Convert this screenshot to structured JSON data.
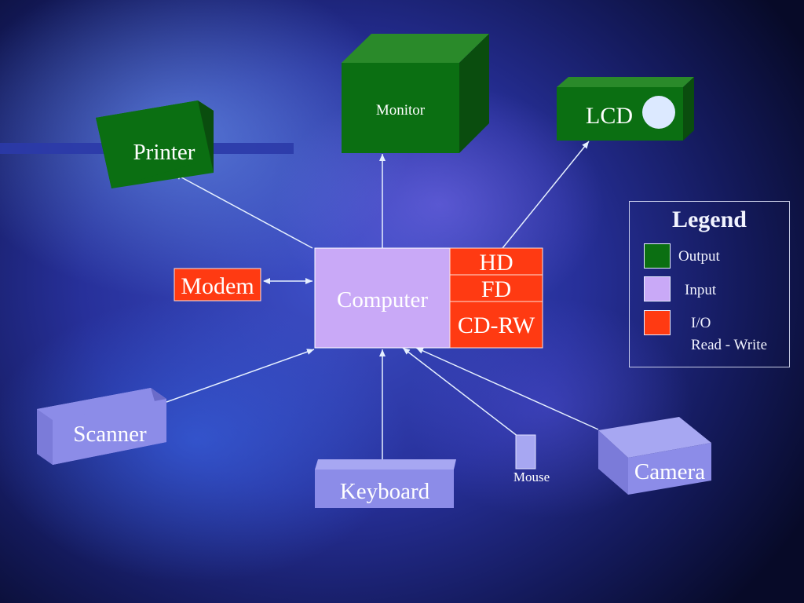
{
  "colors": {
    "output": "#0b6f12",
    "output_dark": "#0a4d0e",
    "output_top": "#2a8a2a",
    "input": "#c9a9f7",
    "input_box": "#8c8ce8",
    "input_dark": "#6b6bc9",
    "input_top": "#a7a7f2",
    "io": "#ff3a12",
    "arrow": "#e6f0ff",
    "text": "#ffffff"
  },
  "devices": {
    "printer": "Printer",
    "monitor": "Monitor",
    "lcd": "LCD",
    "modem": "Modem",
    "computer": "Computer",
    "hd": "HD",
    "fd": "FD",
    "cdrw": "CD-RW",
    "scanner": "Scanner",
    "keyboard": "Keyboard",
    "mouse": "Mouse",
    "camera": "Camera"
  },
  "legend": {
    "title": "Legend",
    "output": "Output",
    "input": "Input",
    "io_line1": "I/O",
    "io_line2": "Read - Write"
  }
}
